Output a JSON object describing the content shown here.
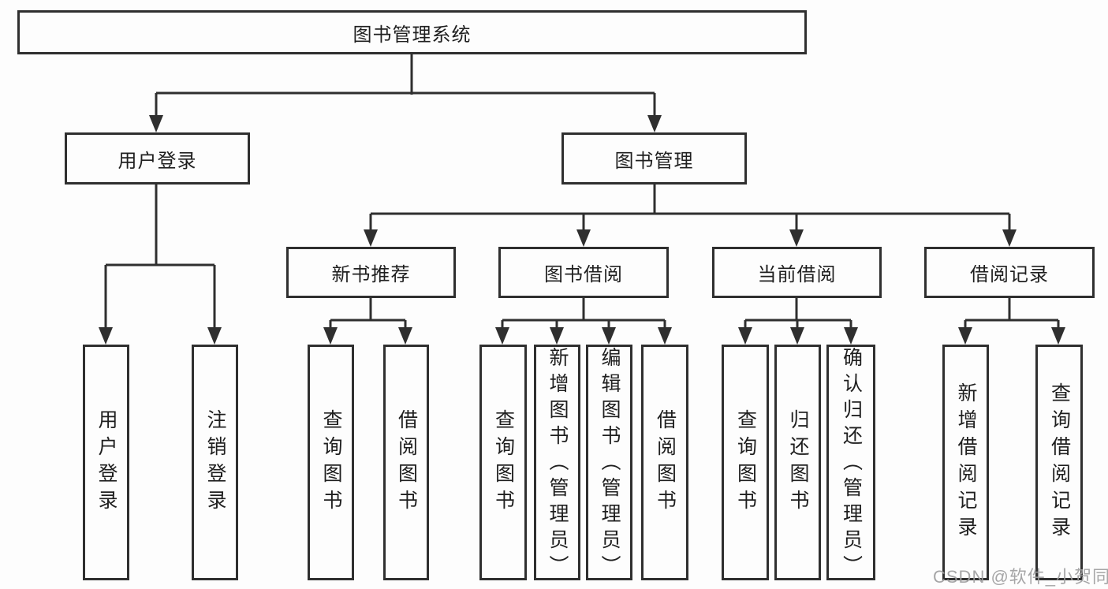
{
  "diagram": {
    "root": {
      "label": "图书管理系统"
    },
    "branches": [
      {
        "label": "用户登录",
        "children": [
          {
            "label": "用户登录"
          },
          {
            "label": "注销登录"
          }
        ]
      },
      {
        "label": "图书管理",
        "children": [
          {
            "label": "新书推荐",
            "children": [
              {
                "label": "查询图书"
              },
              {
                "label": "借阅图书"
              }
            ]
          },
          {
            "label": "图书借阅",
            "children": [
              {
                "label": "查询图书"
              },
              {
                "label": "新增图书（管理员）"
              },
              {
                "label": "编辑图书（管理员）"
              },
              {
                "label": "借阅图书"
              }
            ]
          },
          {
            "label": "当前借阅",
            "children": [
              {
                "label": "查询图书"
              },
              {
                "label": "归还图书"
              },
              {
                "label": "确认归还（管理员）"
              }
            ]
          },
          {
            "label": "借阅记录",
            "children": [
              {
                "label": "新增借阅记录"
              },
              {
                "label": "查询借阅记录"
              }
            ]
          }
        ]
      }
    ]
  },
  "watermark": "CSDN @软件_小贺同学",
  "colors": {
    "line": "#2f2f2f",
    "text": "#1f1f1f",
    "box_background": "#fdfdfd",
    "watermark": "#9e9ea0"
  }
}
